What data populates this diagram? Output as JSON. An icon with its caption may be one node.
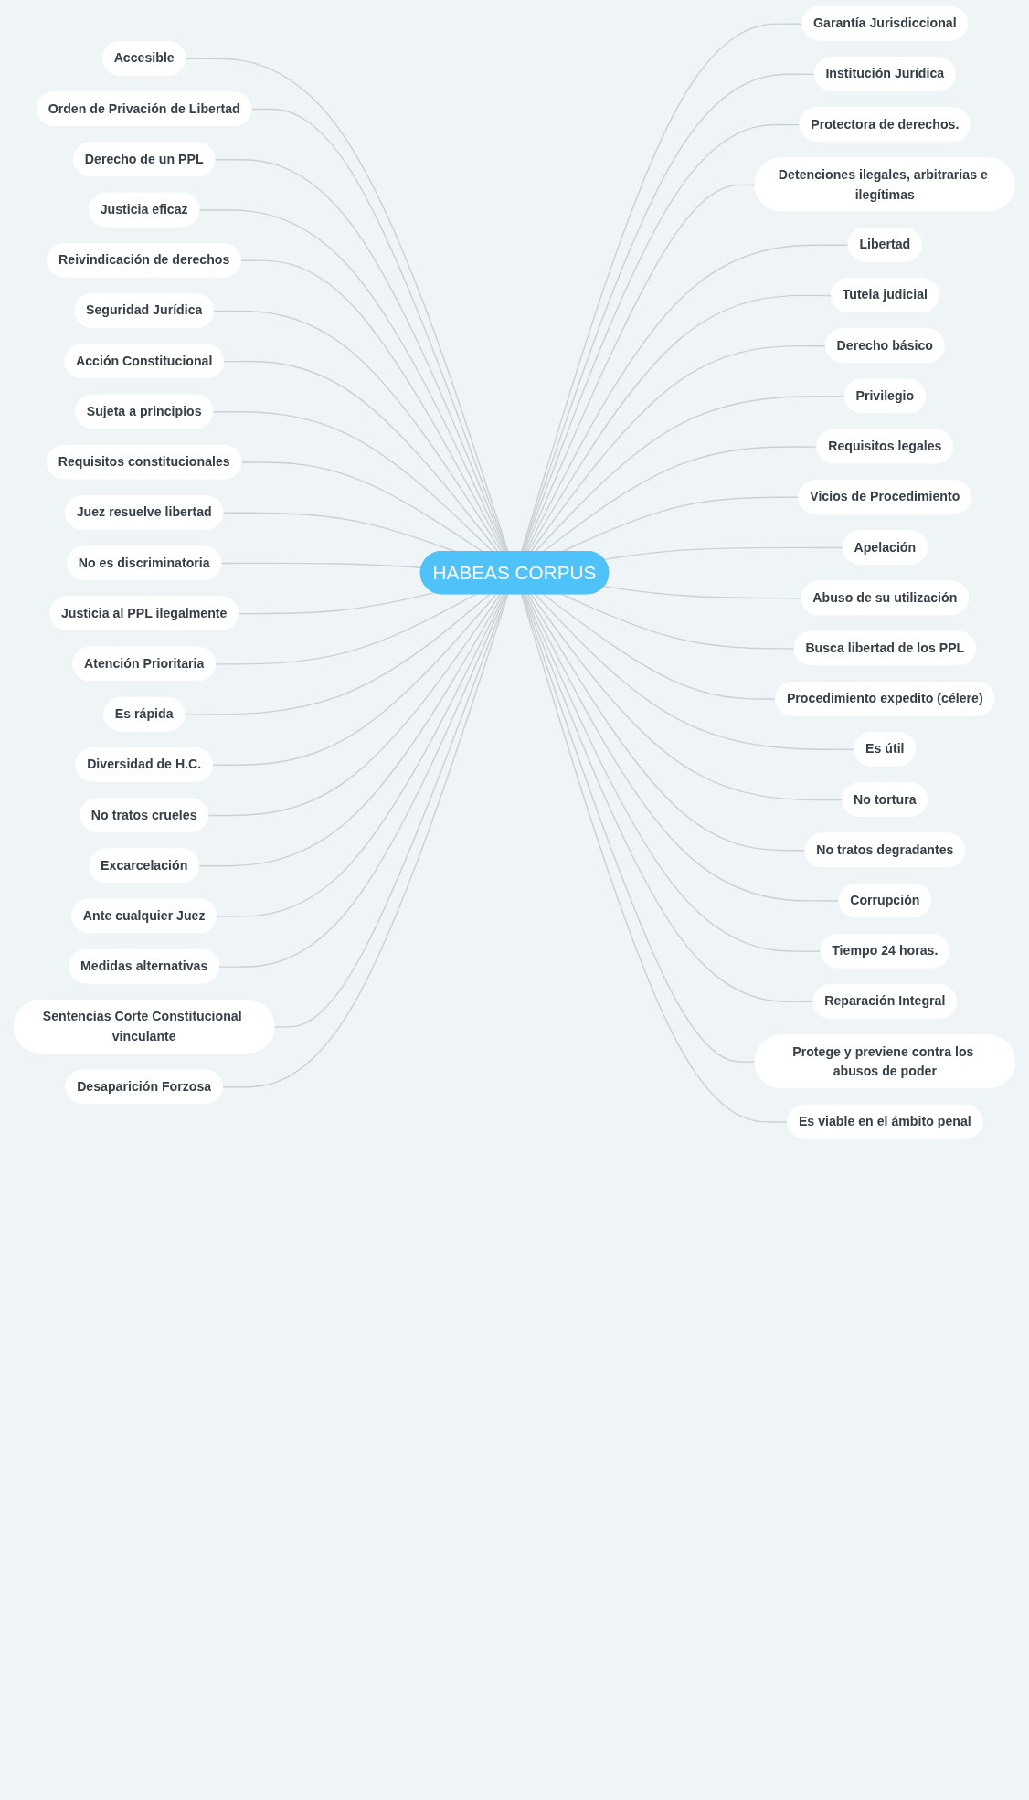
{
  "diagram": {
    "nodes": [
      {
        "text": [
          "HABEAS CORPUS"
        ]
      },
      {
        "text": [
          "Accesible"
        ]
      },
      {
        "text": [
          "Orden de Privación de Libertad"
        ]
      },
      {
        "text": [
          "Derecho de un PPL"
        ]
      },
      {
        "text": [
          "Justicia eficaz"
        ]
      },
      {
        "text": [
          "Reivindicación de derechos"
        ]
      },
      {
        "text": [
          "Seguridad Jurídica"
        ]
      },
      {
        "text": [
          "Acción Constitucional"
        ]
      },
      {
        "text": [
          "Sujeta a principios"
        ]
      },
      {
        "text": [
          "Requisitos constitucionales"
        ]
      },
      {
        "text": [
          "Juez resuelve libertad"
        ]
      },
      {
        "text": [
          "No es discriminatoria"
        ]
      },
      {
        "text": [
          "Justicia al PPL ilegalmente"
        ]
      },
      {
        "text": [
          "Atención Prioritaria"
        ]
      },
      {
        "text": [
          "Es rápida"
        ]
      },
      {
        "text": [
          "Diversidad de H.C."
        ]
      },
      {
        "text": [
          "No tratos crueles"
        ]
      },
      {
        "text": [
          "Excarcelación"
        ]
      },
      {
        "text": [
          "Ante cualquier Juez"
        ]
      },
      {
        "text": [
          "Medidas alternativas"
        ]
      },
      {
        "text": [
          "Sentencias Corte Constitucional vinculante"
        ]
      },
      {
        "text": [
          "Desaparición Forzosa"
        ]
      },
      {
        "text": [
          "Garantía Jurisdiccional"
        ]
      },
      {
        "text": [
          "Institución Jurídica"
        ]
      },
      {
        "text": [
          "Protectora de derechos."
        ]
      },
      {
        "text": [
          "Detenciones ilegales, arbitrarias e ilegítimas"
        ]
      },
      {
        "text": [
          "Libertad"
        ]
      },
      {
        "text": [
          "Tutela judicial"
        ]
      },
      {
        "text": [
          "Derecho básico"
        ]
      },
      {
        "text": [
          "Privilegio"
        ]
      },
      {
        "text": [
          "Requisitos legales"
        ]
      },
      {
        "text": [
          "Vicios de Procedimiento"
        ]
      },
      {
        "text": [
          "Apelación"
        ]
      },
      {
        "text": [
          "Abuso de su utilización"
        ]
      },
      {
        "text": [
          "Busca libertad de los PPL"
        ]
      },
      {
        "text": [
          "Procedimiento expedito (célere)"
        ]
      },
      {
        "text": [
          "Es útil"
        ]
      },
      {
        "text": [
          "No tortura"
        ]
      },
      {
        "text": [
          "No tratos degradantes"
        ]
      },
      {
        "text": [
          "Corrupción"
        ]
      },
      {
        "text": [
          "Tiempo 24 horas."
        ]
      },
      {
        "text": [
          "Reparación Integral"
        ]
      },
      {
        "text": [
          "Protege y previene contra los abusos de poder"
        ]
      },
      {
        "text": [
          "Es viable en el ámbito penal"
        ]
      }
    ],
    "edges": [
      {
        "from": 1,
        "to": 0,
        "arrow": "none"
      },
      {
        "from": 2,
        "to": 0,
        "arrow": "none"
      },
      {
        "from": 3,
        "to": 0,
        "arrow": "none"
      },
      {
        "from": 4,
        "to": 0,
        "arrow": "none"
      },
      {
        "from": 5,
        "to": 0,
        "arrow": "none"
      },
      {
        "from": 6,
        "to": 0,
        "arrow": "none"
      },
      {
        "from": 7,
        "to": 0,
        "arrow": "none"
      },
      {
        "from": 8,
        "to": 0,
        "arrow": "none"
      },
      {
        "from": 9,
        "to": 0,
        "arrow": "none"
      },
      {
        "from": 10,
        "to": 0,
        "arrow": "none"
      },
      {
        "from": 11,
        "to": 0,
        "arrow": "none"
      },
      {
        "from": 12,
        "to": 0,
        "arrow": "none"
      },
      {
        "from": 13,
        "to": 0,
        "arrow": "none"
      },
      {
        "from": 14,
        "to": 0,
        "arrow": "none"
      },
      {
        "from": 15,
        "to": 0,
        "arrow": "none"
      },
      {
        "from": 16,
        "to": 0,
        "arrow": "none"
      },
      {
        "from": 17,
        "to": 0,
        "arrow": "none"
      },
      {
        "from": 18,
        "to": 0,
        "arrow": "none"
      },
      {
        "from": 19,
        "to": 0,
        "arrow": "none"
      },
      {
        "from": 20,
        "to": 0,
        "arrow": "none"
      },
      {
        "from": 21,
        "to": 0,
        "arrow": "none"
      },
      {
        "from": 0,
        "to": 22,
        "arrow": "none"
      },
      {
        "from": 0,
        "to": 23,
        "arrow": "none"
      },
      {
        "from": 0,
        "to": 24,
        "arrow": "none"
      },
      {
        "from": 0,
        "to": 25,
        "arrow": "none"
      },
      {
        "from": 0,
        "to": 26,
        "arrow": "none"
      },
      {
        "from": 0,
        "to": 27,
        "arrow": "none"
      },
      {
        "from": 0,
        "to": 28,
        "arrow": "none"
      },
      {
        "from": 0,
        "to": 29,
        "arrow": "none"
      },
      {
        "from": 0,
        "to": 30,
        "arrow": "none"
      },
      {
        "from": 0,
        "to": 31,
        "arrow": "none"
      },
      {
        "from": 0,
        "to": 32,
        "arrow": "none"
      },
      {
        "from": 0,
        "to": 33,
        "arrow": "none"
      },
      {
        "from": 0,
        "to": 34,
        "arrow": "none"
      },
      {
        "from": 0,
        "to": 35,
        "arrow": "none"
      },
      {
        "from": 0,
        "to": 36,
        "arrow": "none"
      },
      {
        "from": 0,
        "to": 37,
        "arrow": "none"
      },
      {
        "from": 0,
        "to": 38,
        "arrow": "none"
      },
      {
        "from": 0,
        "to": 39,
        "arrow": "none"
      },
      {
        "from": 0,
        "to": 40,
        "arrow": "none"
      },
      {
        "from": 0,
        "to": 41,
        "arrow": "none"
      },
      {
        "from": 0,
        "to": 42,
        "arrow": "none"
      },
      {
        "from": 0,
        "to": 43,
        "arrow": "none"
      }
    ]
  }
}
